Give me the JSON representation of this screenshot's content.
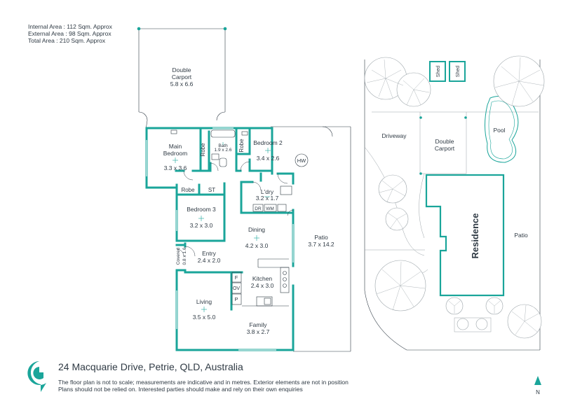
{
  "areas": {
    "internal": "Internal Area : 112 Sqm. Approx",
    "external": "External Area : 98 Sqm. Approx",
    "total": "Total Area : 210 Sqm. Approx"
  },
  "rooms": {
    "carport_name": "Double",
    "carport_name2": "Carport",
    "carport_dim": "5.8 x 6.6",
    "main_bed_name": "Main",
    "main_bed_name2": "Bedroom",
    "main_bed_dim": "3.3 x 3.6",
    "robe1": "Robe",
    "bath_name": "Bath",
    "bath_dim": "1.9 x 2.6",
    "robe2": "Robe",
    "bed2_name": "Bedroom 2",
    "bed2_dim": "3.4 x 2.6",
    "hw": "HW",
    "robe3": "Robe",
    "st": "ST",
    "ldry_name": "L'dry",
    "ldry_dim": "3.2 x 1.7",
    "dr": "DR",
    "wm": "WM",
    "bed3_name": "Bedroom 3",
    "bed3_dim": "3.2 x 3.0",
    "dining_name": "Dining",
    "dining_dim": "4.2 x 3.0",
    "patio_name": "Patio",
    "patio_dim": "3.7 x 14.2",
    "covered": "Covered",
    "covered_dim": "0.8 x 1.6",
    "entry_name": "Entry",
    "entry_dim": "2.4 x 2.0",
    "f": "F",
    "ov": "OV",
    "p": "P",
    "kitchen_name": "Kitchen",
    "kitchen_dim": "2.4 x 3.0",
    "living_name": "Living",
    "living_dim": "3.5 x 5.0",
    "family_name": "Family",
    "family_dim": "3.8 x 2.7"
  },
  "site": {
    "shed1": "Shed",
    "shed2": "Shed",
    "driveway": "Driveway",
    "carport": "Double",
    "carport2": "Carport",
    "pool": "Pool",
    "residence": "Residence",
    "patio": "Patio",
    "north": "N"
  },
  "footer": {
    "title": "24 Macquarie Drive, Petrie, QLD, Australia",
    "disclaimer_1": "The floor plan is not to scale; measurements are indicative and in metres. Exterior elements are not in position",
    "disclaimer_2": "Plans should not be relied on. Interested parties should make and rely on their own enquiries"
  },
  "colors": {
    "wall": "#1aa59a",
    "line": "#2f3a44",
    "site_line": "#9aa3a8"
  }
}
